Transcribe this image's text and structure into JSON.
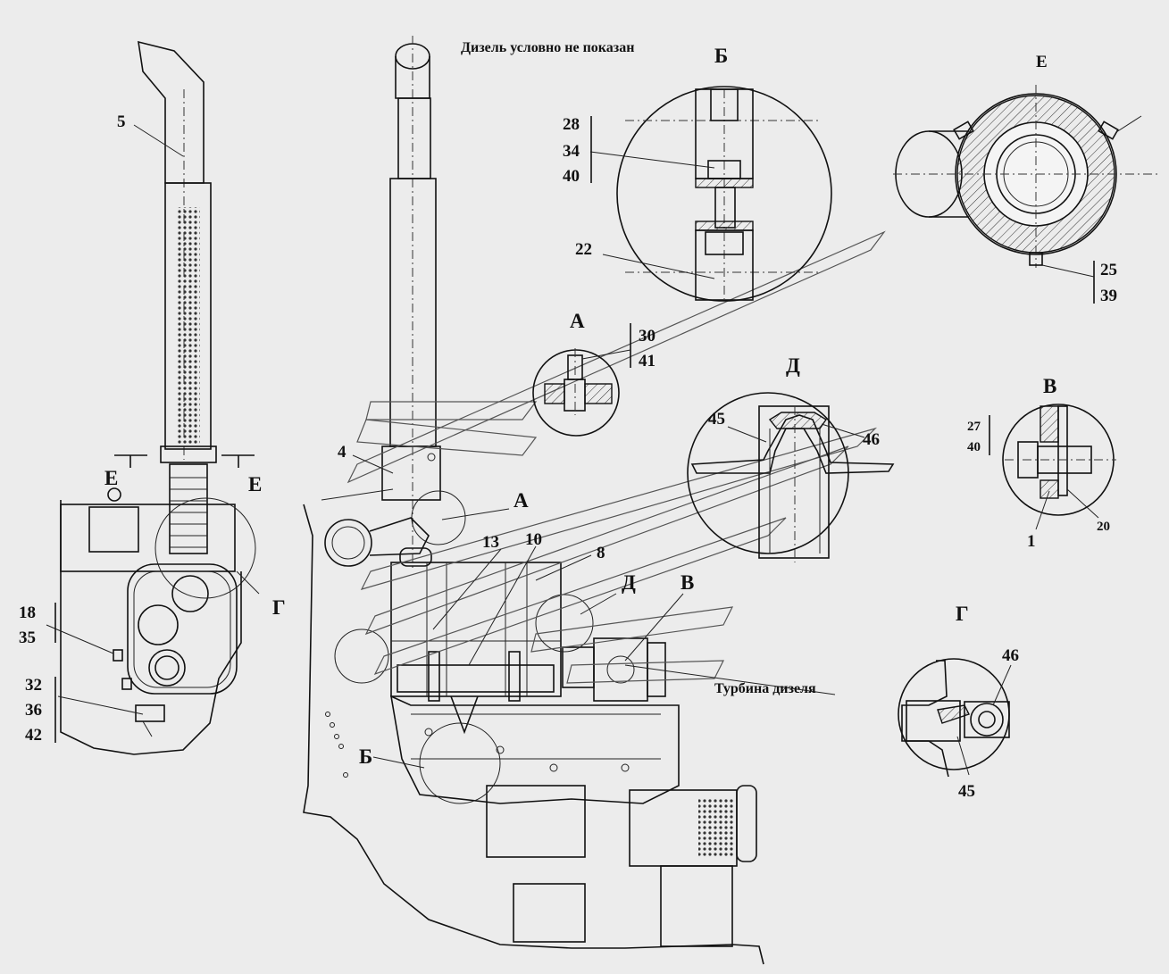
{
  "note_top": "Дизель условно не показан",
  "note_turbine": "Турбина дизеля",
  "views": {
    "A": "А",
    "B": "Б",
    "V": "В",
    "G": "Г",
    "D": "Д",
    "E": "Е"
  },
  "parts": {
    "p1": "1",
    "p4": "4",
    "p5": "5",
    "p8": "8",
    "p10": "10",
    "p13": "13",
    "p18": "18",
    "p20": "20",
    "p22": "22",
    "p25": "25",
    "p27": "27",
    "p28": "28",
    "p30": "30",
    "p32": "32",
    "p34": "34",
    "p35": "35",
    "p36": "36",
    "p39": "39",
    "p40": "40",
    "p41": "41",
    "p42": "42",
    "p45": "45",
    "p46": "46"
  }
}
